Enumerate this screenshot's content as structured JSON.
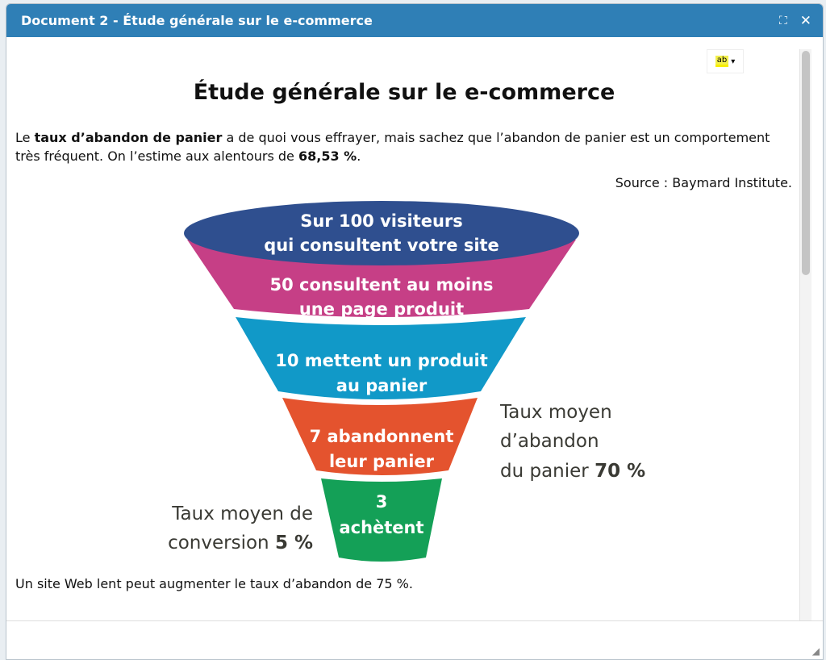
{
  "window": {
    "title": "Document 2 - Étude générale sur le e-commerce",
    "maximize_icon": "expand-icon",
    "close_label": "✕"
  },
  "toolbar": {
    "highlight_label": "ab",
    "dropdown": "▾"
  },
  "doc": {
    "heading": "Étude générale sur le e-commerce",
    "p1_a": "Le ",
    "p1_bold": "taux d’abandon de panier",
    "p1_b": " a de quoi vous effrayer, mais sachez que l’abandon de panier est un comportement très fréquent. On l’estime aux alentours de ",
    "p1_bold2": "68,53 %",
    "p1_c": ".",
    "source": "Source : Baymard Institute.",
    "footer": "Un site Web lent peut augmenter le taux d’abandon de 75 %."
  },
  "funnel": {
    "levels": [
      {
        "line1": "Sur 100 visiteurs",
        "line2": "qui consultent votre site",
        "color": "#2f4f8f"
      },
      {
        "line1": "50 consultent au moins",
        "line2": "une page produit",
        "color": "#c63f86"
      },
      {
        "line1": "10 mettent un produit",
        "line2": "au panier",
        "color": "#1199c8"
      },
      {
        "line1": "7 abandonnent",
        "line2": "leur panier",
        "color": "#e4532e"
      },
      {
        "line1": "3",
        "line2": "achètent",
        "color": "#14a057"
      }
    ],
    "abandon": {
      "line1": "Taux moyen",
      "line2": "d’abandon",
      "line3": "du panier ",
      "value": "70 %"
    },
    "conversion": {
      "line1": "Taux moyen de",
      "line2": "conversion ",
      "value": "5 %"
    }
  }
}
